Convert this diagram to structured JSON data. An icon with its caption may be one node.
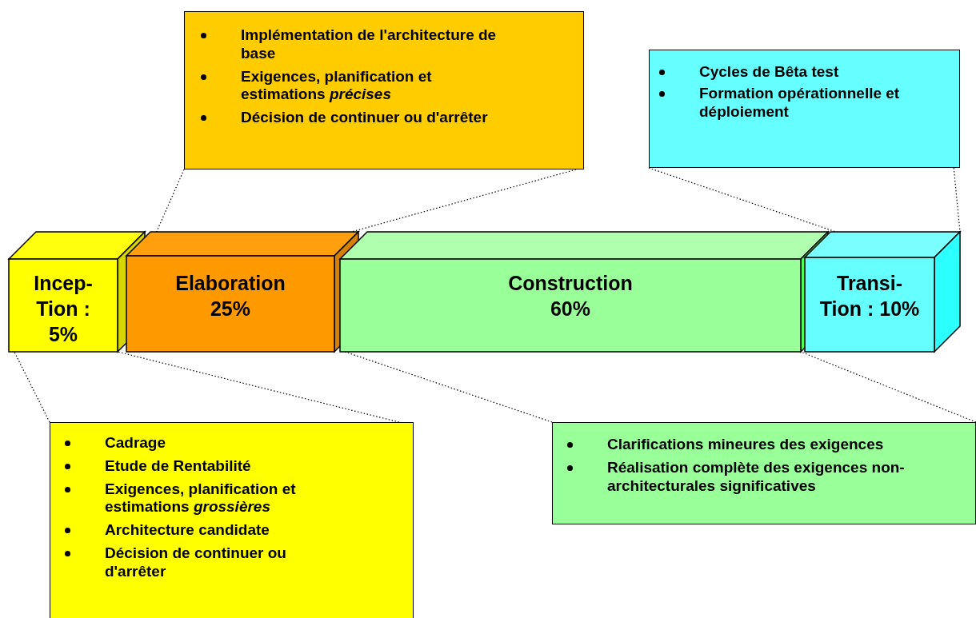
{
  "diagram": {
    "nodes": [
      {
        "text": [
          "Implémentation de l'architecture de base",
          "Exigences, planification et estimations *précises*",
          "Décision de continuer ou d'arrêter"
        ]
      },
      {
        "text": [
          "Cycles de Bêta test",
          "Formation opérationnelle et déploiement"
        ]
      },
      {
        "text": [
          "Incep- Tion :",
          "5%"
        ]
      },
      {
        "text": [
          "Elaboration",
          "25%"
        ]
      },
      {
        "text": [
          "Construction",
          "60%"
        ]
      },
      {
        "text": [
          "Transi- Tion : 10%"
        ]
      },
      {
        "text": [
          "Cadrage",
          "Etude de Rentabilité",
          "Exigences, planification et estimations *grossières*",
          "Architecture candidate",
          "Décision de continuer ou d'arrêter"
        ]
      },
      {
        "text": [
          "Clarifications mineures des exigences",
          "Réalisation complète des exigences non-architecturales significatives"
        ]
      }
    ],
    "edges": [
      {
        "from": 0,
        "to": 3,
        "arrow": "none"
      },
      {
        "from": 0,
        "to": 3,
        "arrow": "none"
      },
      {
        "from": 1,
        "to": 5,
        "arrow": "none"
      },
      {
        "from": 1,
        "to": 5,
        "arrow": "none"
      },
      {
        "from": 6,
        "to": 2,
        "arrow": "none"
      },
      {
        "from": 6,
        "to": 2,
        "arrow": "none"
      },
      {
        "from": 7,
        "to": 4,
        "arrow": "none"
      },
      {
        "from": 7,
        "to": 4,
        "arrow": "none"
      }
    ]
  }
}
